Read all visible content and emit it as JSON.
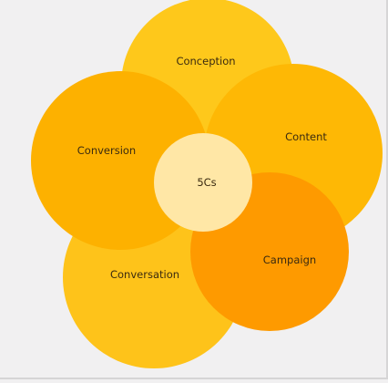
{
  "center": {
    "label": "5Cs"
  },
  "petals": [
    {
      "key": "conception",
      "label": "Conception",
      "color": "#fec81b"
    },
    {
      "key": "content",
      "label": "Content",
      "color": "#feb805"
    },
    {
      "key": "campaign",
      "label": "Campaign",
      "color": "#fe9a00"
    },
    {
      "key": "conversation",
      "label": "Conversation",
      "color": "#fec31a"
    },
    {
      "key": "conversion",
      "label": "Conversion",
      "color": "#fdb100"
    }
  ],
  "colors": {
    "background": "#f1f0f1",
    "center_fill": "#ffe7a6",
    "text": "#3a2a10"
  }
}
